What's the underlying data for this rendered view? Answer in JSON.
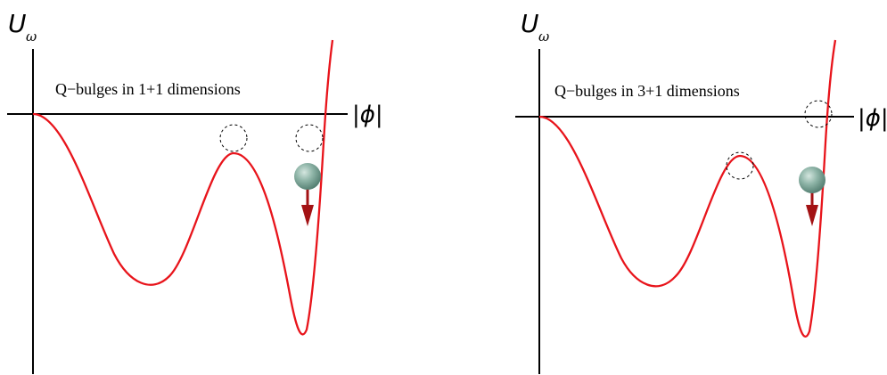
{
  "panels": [
    {
      "y_label": "U",
      "y_label_sub": "ω",
      "x_label": "|ϕ|",
      "caption": "Q−bulges in 1+1 dimensions"
    },
    {
      "y_label": "U",
      "y_label_sub": "ω",
      "x_label": "|ϕ|",
      "caption": "Q−bulges in 3+1 dimensions"
    }
  ],
  "colors": {
    "curve": "#e8141b",
    "arrow": "#a31214",
    "axis": "#000000",
    "ball": "#7fa89a",
    "dashed_circle": "#000000"
  }
}
